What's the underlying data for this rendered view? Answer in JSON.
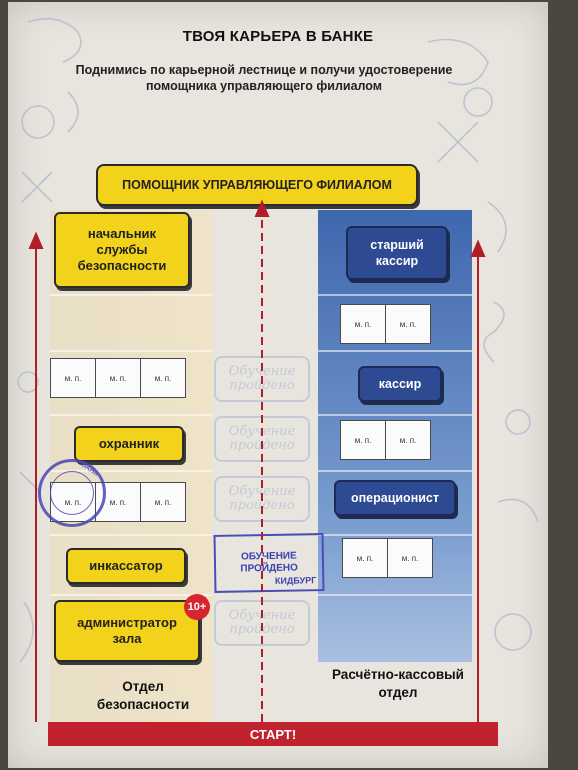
{
  "header": {
    "title": "ТВОЯ КАРЬЕРА В БАНКЕ",
    "subtitle_line1": "Поднимись по карьерной лестнице и получи удостоверение",
    "subtitle_line2": "помощника управляющего филиалом"
  },
  "goal": {
    "label": "ПОМОЩНИК УПРАВЛЯЮЩЕГО ФИЛИАЛОМ"
  },
  "security": {
    "department_line1": "Отдел",
    "department_line2": "безопасности",
    "positions": {
      "head_line1": "начальник",
      "head_line2": "службы",
      "head_line3": "безопасности",
      "guard": "охранник",
      "collector": "инкассатор",
      "admin_line1": "администратор",
      "admin_line2": "зала"
    },
    "age_badge": "10+"
  },
  "cash": {
    "department_line1": "Расчётно-кассовый",
    "department_line2": "отдел",
    "positions": {
      "senior_line1": "старший",
      "senior_line2": "кассир",
      "cashier": "кассир",
      "operator": "операционист"
    }
  },
  "seal_cell_label": "м. п.",
  "training_stamp": {
    "line1": "Обучение",
    "line2": "пройдено"
  },
  "official_stamp": {
    "line1": "ОБУЧЕНИЕ",
    "line2": "ПРОЙДЕНО",
    "brand": "КИДБУРГ"
  },
  "round_stamp_text": "БАНК",
  "start_label": "СТАРТ!",
  "colors": {
    "yellow": "#f2d21a",
    "blue": "#2e4a93",
    "red": "#c0232d"
  }
}
